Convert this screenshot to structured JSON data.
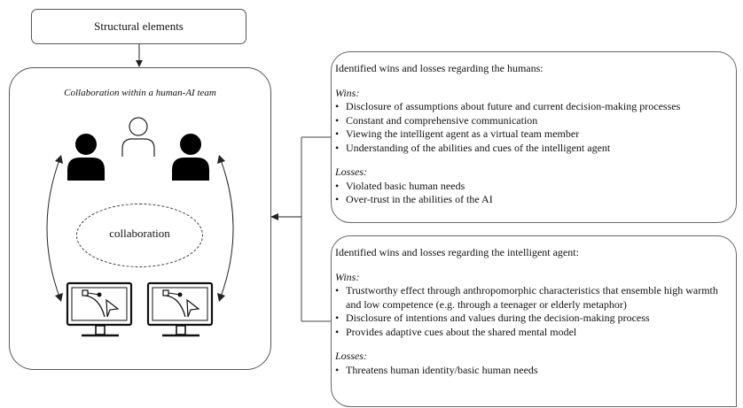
{
  "structural_elements": "Structural elements",
  "collaboration": {
    "title": "Collaboration within a human-AI team",
    "center_label": "collaboration"
  },
  "humans": {
    "heading": "Identified wins and losses regarding the humans:",
    "wins_label": "Wins:",
    "wins": [
      "Disclosure of assumptions about future and current decision-making processes",
      "Constant and comprehensive communication",
      "Viewing the intelligent agent as a virtual team member",
      "Understanding of the abilities and cues of the intelligent agent"
    ],
    "losses_label": "Losses:",
    "losses": [
      "Violated basic human needs",
      "Over-trust in the abilities of the AI"
    ]
  },
  "agent": {
    "heading": "Identified wins and losses regarding the intelligent agent:",
    "wins_label": "Wins:",
    "wins": [
      "Trustworthy effect through anthropomorphic characteristics that ensemble high warmth and low competence (e.g. through a teenager or elderly metaphor)",
      "Disclosure of intentions and values during the decision-making process",
      "Provides adaptive cues about the shared mental model"
    ],
    "losses_label": "Losses:",
    "losses": [
      "Threatens human identity/basic human needs"
    ]
  }
}
